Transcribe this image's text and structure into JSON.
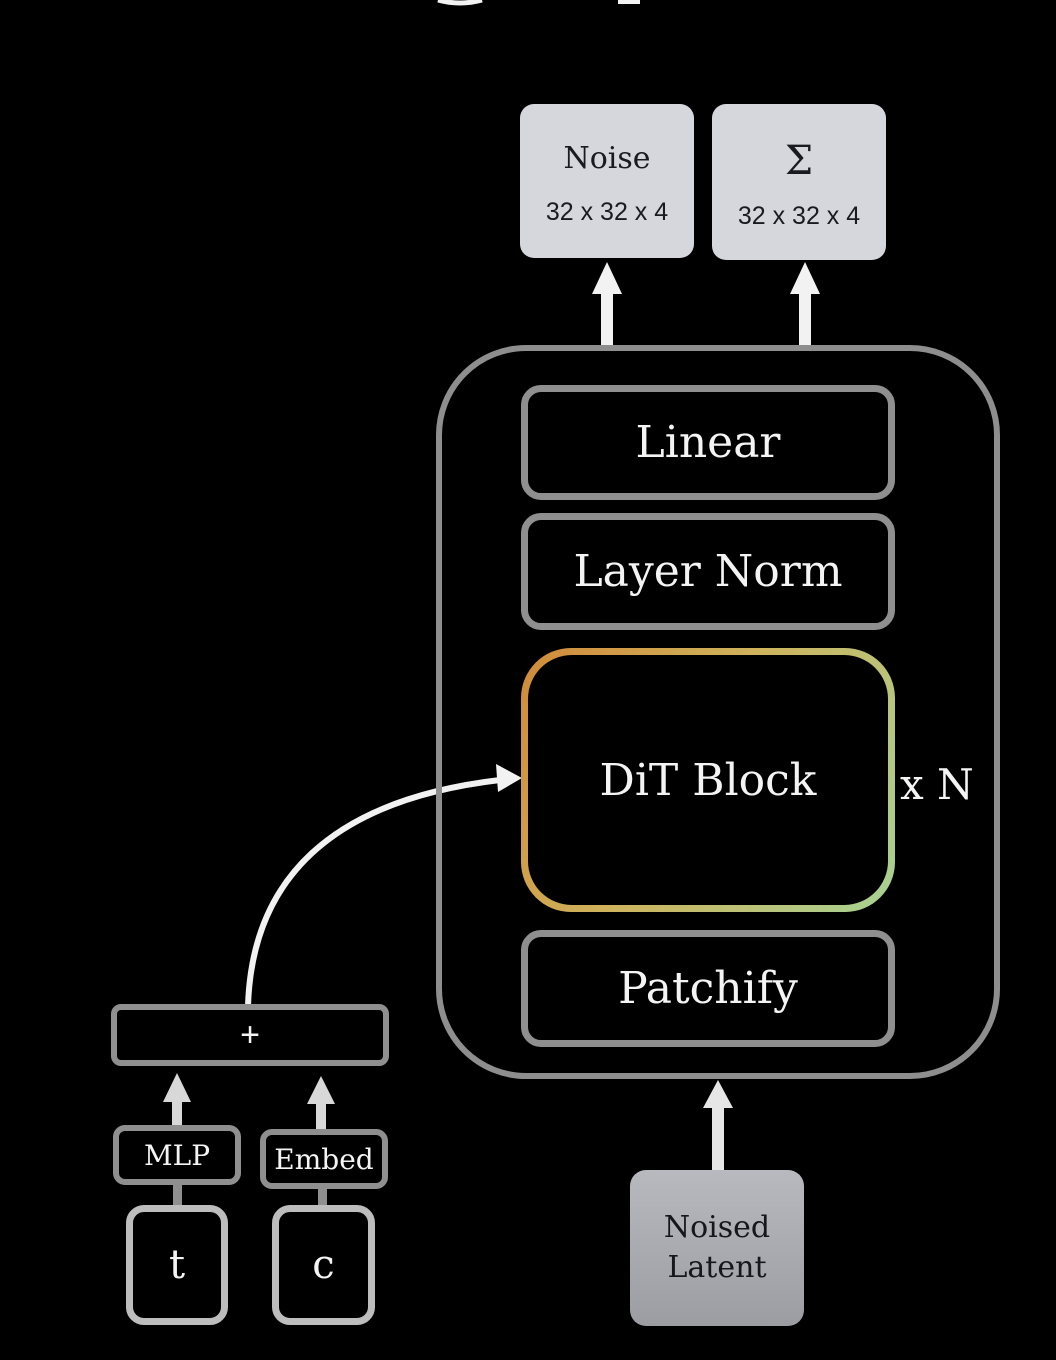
{
  "diagram": {
    "title_fragment": "",
    "outputs": [
      {
        "name": "Noise",
        "shape": "32 x 32 x 4"
      },
      {
        "name": "Σ",
        "shape": "32 x 32 x 4"
      }
    ],
    "transformer_stack": {
      "linear": "Linear",
      "layer_norm": "Layer Norm",
      "dit_block": "DiT Block",
      "repeat": "x N",
      "patchify": "Patchify"
    },
    "input": {
      "line1": "Noised",
      "line2": "Latent"
    },
    "conditioning": {
      "sum": "+",
      "timestep_encoder": "MLP",
      "class_encoder": "Embed",
      "timestep": "t",
      "class": "c"
    },
    "colors": {
      "background": "#000000",
      "box_border": "#8f8f8f",
      "output_box": "#d6d7dc",
      "input_box": "#aaabb0",
      "dit_gradient_start": "#d08a3a",
      "dit_gradient_end": "#a6d294",
      "arrow": "#f2f2f2"
    }
  }
}
